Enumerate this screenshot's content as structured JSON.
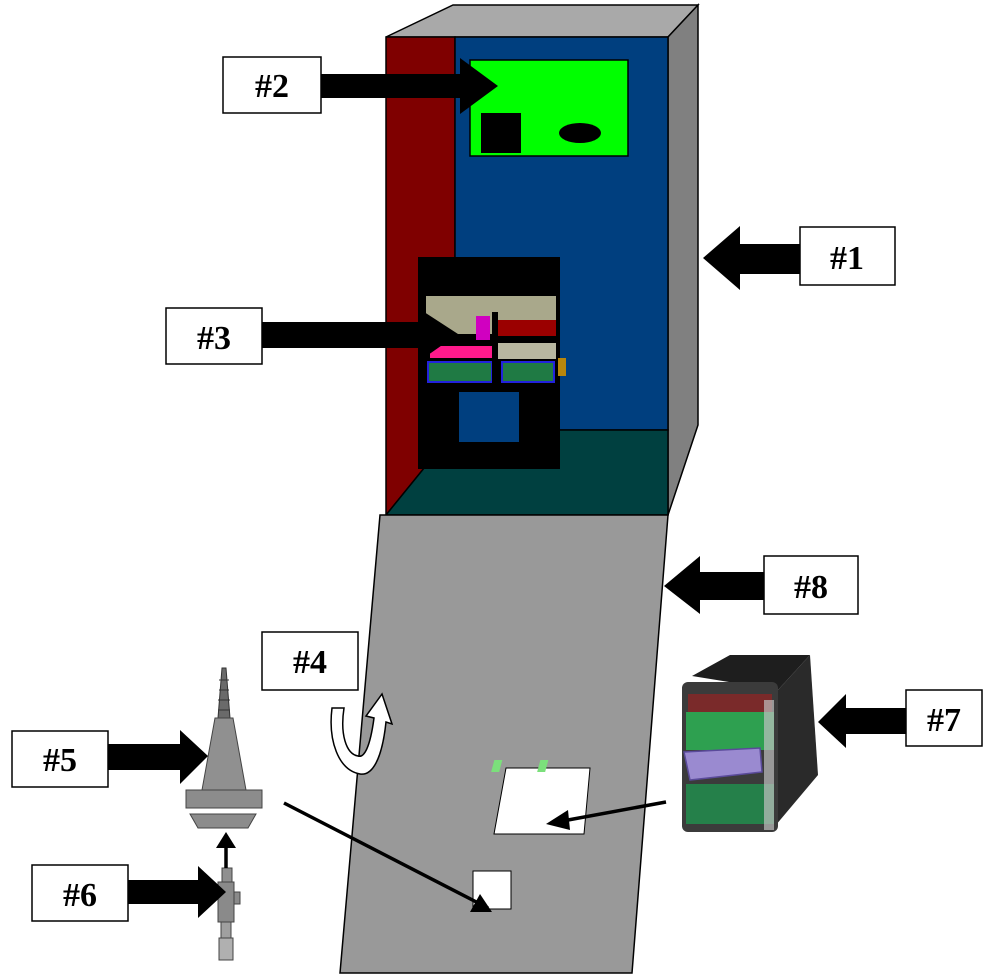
{
  "labels": {
    "l1": "#1",
    "l2": "#2",
    "l3": "#3",
    "l4": "#4",
    "l5": "#5",
    "l6": "#6",
    "l7": "#7",
    "l8": "#8"
  },
  "colors": {
    "cabinet_side": "#808080",
    "cabinet_front": "#003f7f",
    "cabinet_left_edge": "#7f0000",
    "cabinet_floor": "#004040",
    "display_panel": "#00ff00",
    "door": "#999999",
    "validator_bezel": "#2e8b57",
    "validator_body": "#222222"
  }
}
